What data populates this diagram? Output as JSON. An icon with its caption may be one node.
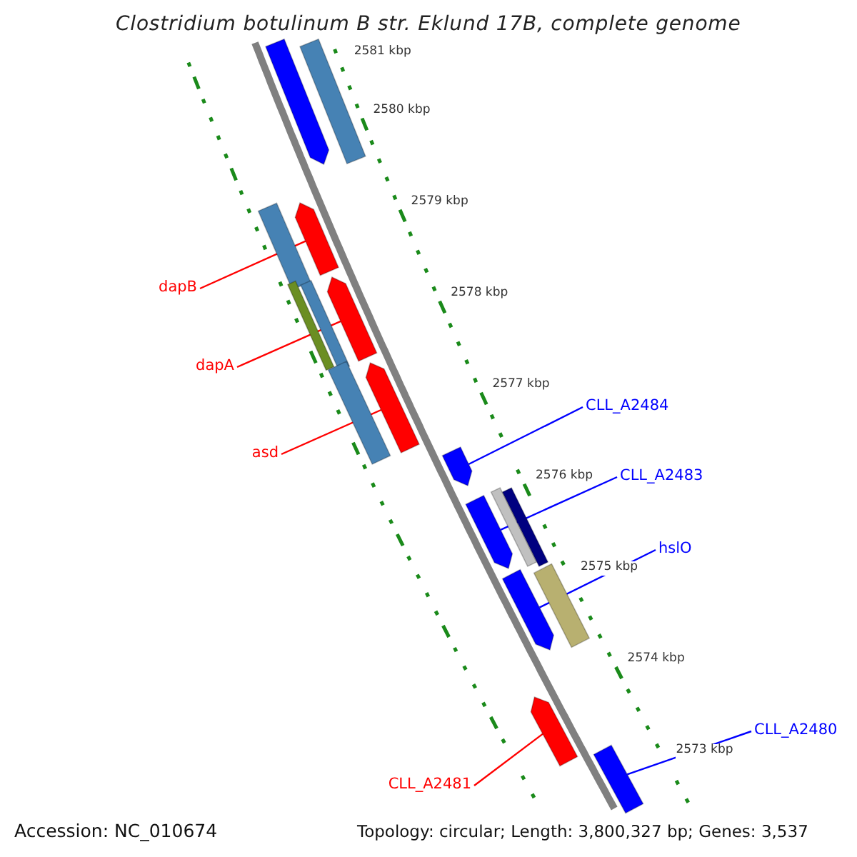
{
  "diagram": {
    "title": "Clostridium botulinum B str. Eklund 17B, complete genome",
    "nodes": [
      {
        "text": [
          "dapB"
        ]
      },
      {
        "text": [
          "dapA"
        ]
      },
      {
        "text": [
          "CLL_A2484"
        ]
      },
      {
        "text": [
          "asd"
        ]
      },
      {
        "text": [
          "CLL_A2483"
        ]
      },
      {
        "text": [
          "hslO"
        ]
      },
      {
        "text": [
          "CLL_A2480"
        ]
      },
      {
        "text": [
          "CLL_A2481"
        ]
      },
      {
        "text": [],
        "shape": "arrow"
      },
      {
        "text": [],
        "shape": "arrow"
      },
      {
        "text": [],
        "shape": "arrow"
      },
      {
        "text": [],
        "shape": "arrow"
      },
      {
        "text": [],
        "shape": "arrow"
      },
      {
        "text": [],
        "shape": "arrow"
      },
      {
        "text": [],
        "shape": "arrow"
      },
      {
        "text": [],
        "shape": "arrow"
      },
      {
        "text": [],
        "shape": "arrow"
      },
      {
        "text": [],
        "shape": "bar"
      },
      {
        "text": [],
        "shape": "bar"
      },
      {
        "text": [],
        "shape": "bar"
      },
      {
        "text": [],
        "shape": "bar"
      },
      {
        "text": [],
        "shape": "bar"
      },
      {
        "text": [],
        "shape": "bar"
      },
      {
        "text": [],
        "shape": "bar"
      },
      {
        "text": [],
        "shape": "bar"
      }
    ],
    "edges": [
      {
        "from": 0,
        "to": 8,
        "arrow": "none",
        "color": "#ff0000"
      },
      {
        "from": 1,
        "to": 9,
        "arrow": "none",
        "color": "#ff0000"
      },
      {
        "from": 2,
        "to": 11,
        "arrow": "none",
        "color": "#0000ff"
      },
      {
        "from": 3,
        "to": 10,
        "arrow": "none",
        "color": "#ff0000"
      },
      {
        "from": 4,
        "to": 12,
        "arrow": "none",
        "color": "#0000ff"
      },
      {
        "from": 5,
        "to": 13,
        "arrow": "none",
        "color": "#0000ff"
      },
      {
        "from": 6,
        "to": 15,
        "arrow": "none",
        "color": "#0000ff"
      },
      {
        "from": 7,
        "to": 14,
        "arrow": "none",
        "color": "#ff0000"
      }
    ],
    "labels": [
      "2581 kbp",
      "2580 kbp",
      "2579 kbp",
      "2578 kbp",
      "2577 kbp",
      "2576 kbp",
      "2575 kbp",
      "2574 kbp",
      "2573 kbp",
      "Accession: NC_010674",
      "Topology: circular; Length: 3,800,327 bp; Genes: 3,537"
    ]
  }
}
